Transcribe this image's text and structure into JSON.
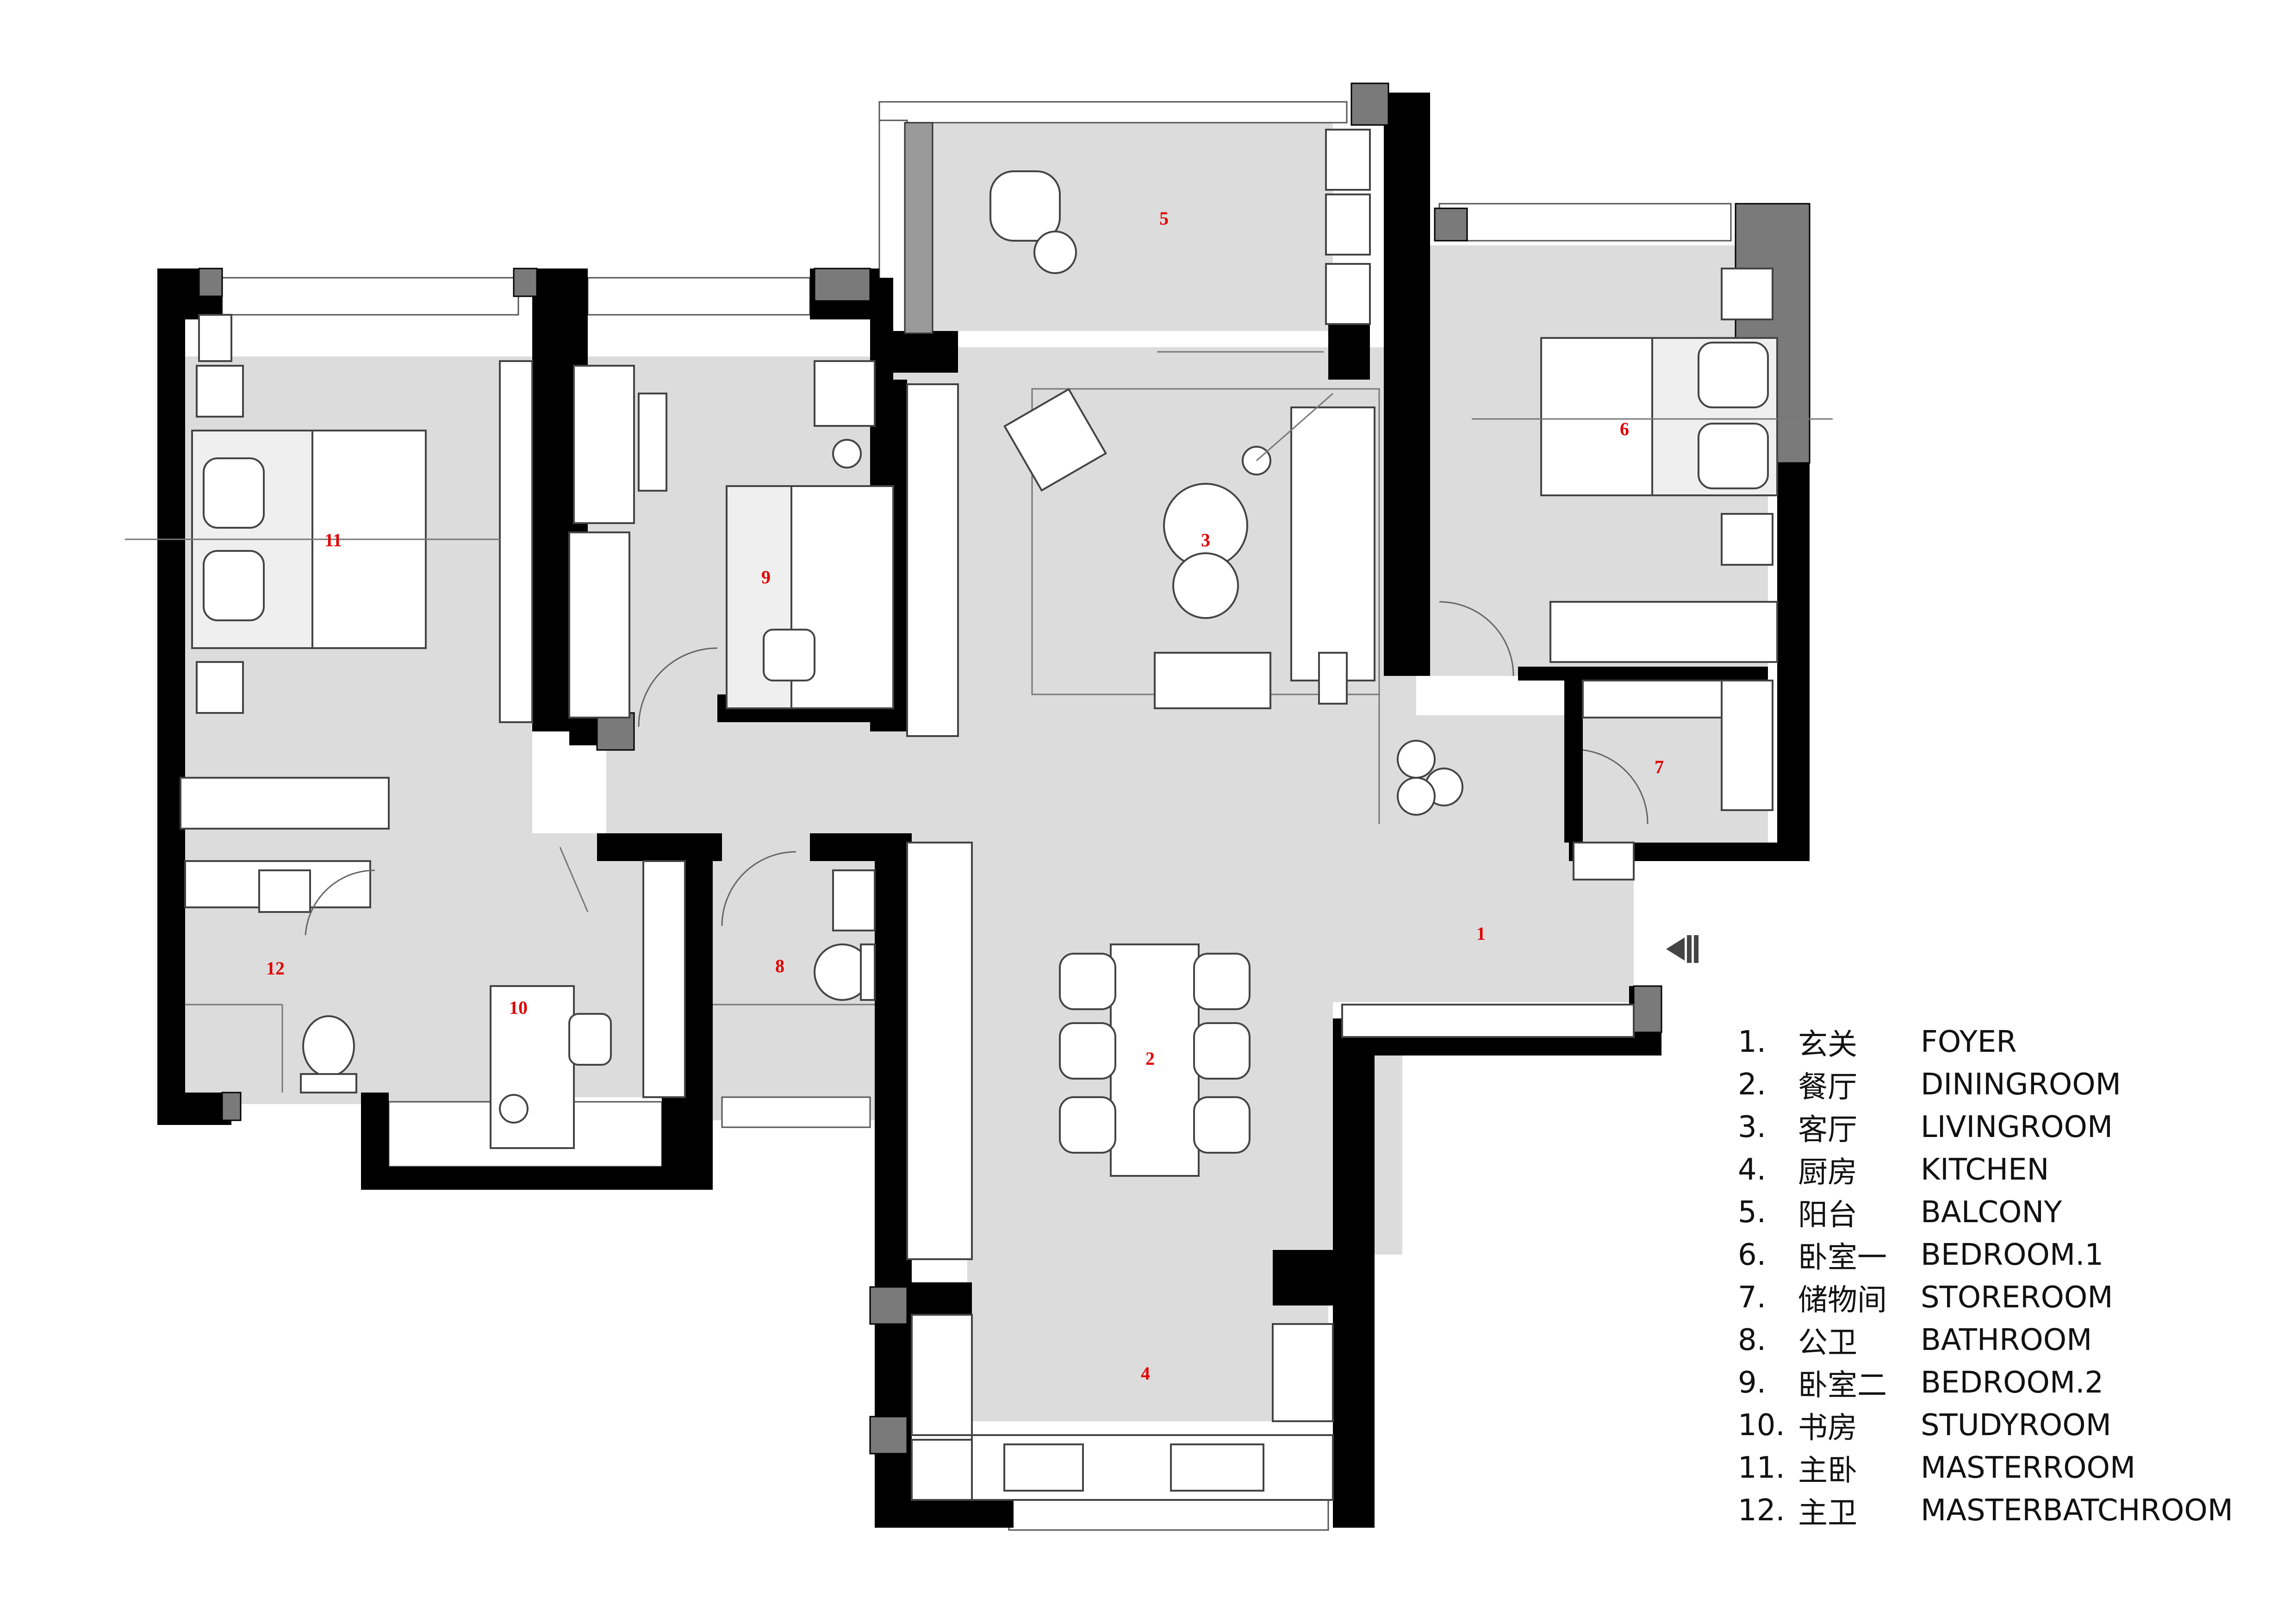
{
  "plan": {
    "rooms": [
      {
        "number": "1",
        "cn": "玄关",
        "en": "FOYER"
      },
      {
        "number": "2",
        "cn": "餐厅",
        "en": "DININGROOM"
      },
      {
        "number": "3",
        "cn": "客厅",
        "en": "LIVINGROOM"
      },
      {
        "number": "4",
        "cn": "厨房",
        "en": "KITCHEN"
      },
      {
        "number": "5",
        "cn": "阳台",
        "en": "BALCONY"
      },
      {
        "number": "6",
        "cn": "卧室一",
        "en": "BEDROOM.1"
      },
      {
        "number": "7",
        "cn": "储物间",
        "en": "STOREROOM"
      },
      {
        "number": "8",
        "cn": "公卫",
        "en": "BATHROOM"
      },
      {
        "number": "9",
        "cn": "卧室二",
        "en": "BEDROOM.2"
      },
      {
        "number": "10",
        "cn": "书房",
        "en": "STUDYROOM"
      },
      {
        "number": "11",
        "cn": "主卧",
        "en": "MASTERROOM"
      },
      {
        "number": "12",
        "cn": "主卫",
        "en": "MASTERBATCHROOM"
      }
    ]
  },
  "legend": {
    "items": [
      {
        "num": "1.",
        "cn": "玄关",
        "en": "FOYER"
      },
      {
        "num": "2.",
        "cn": "餐厅",
        "en": "DININGROOM"
      },
      {
        "num": "3.",
        "cn": "客厅",
        "en": "LIVINGROOM"
      },
      {
        "num": "4.",
        "cn": "厨房",
        "en": "KITCHEN"
      },
      {
        "num": "5.",
        "cn": "阳台",
        "en": "BALCONY"
      },
      {
        "num": "6.",
        "cn": "卧室一",
        "en": "BEDROOM.1"
      },
      {
        "num": "7.",
        "cn": "储物间",
        "en": "STOREROOM"
      },
      {
        "num": "8.",
        "cn": "公卫",
        "en": "BATHROOM"
      },
      {
        "num": "9.",
        "cn": "卧室二",
        "en": "BEDROOM.2"
      },
      {
        "num": "10.",
        "cn": "书房",
        "en": "STUDYROOM"
      },
      {
        "num": "11.",
        "cn": "主卧",
        "en": "MASTERROOM"
      },
      {
        "num": "12.",
        "cn": "主卫",
        "en": "MASTERBATCHROOM"
      }
    ]
  },
  "colors": {
    "wall": "#000000",
    "floor": "#dcdcdc",
    "room_label": "#e00000"
  }
}
